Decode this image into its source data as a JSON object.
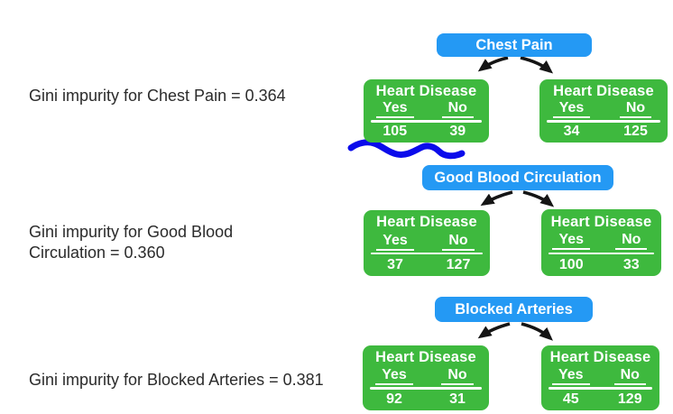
{
  "colors": {
    "node_blue": "#2499f4",
    "table_green": "#3eb93e",
    "annotation_blue": "#0b0beb",
    "arrow_black": "#151515",
    "text_dark": "#2b2b2b",
    "box_text": "#ffffff"
  },
  "sections": [
    {
      "name": "chest-pain",
      "gini_lines": [
        "Gini impurity for Chest Pain = 0.364"
      ],
      "node_label": "Chest Pain",
      "left": {
        "title": "Heart Disease",
        "col_yes": "Yes",
        "col_no": "No",
        "yes": "105",
        "no": "39"
      },
      "right": {
        "title": "Heart Disease",
        "col_yes": "Yes",
        "col_no": "No",
        "yes": "34",
        "no": "125"
      }
    },
    {
      "name": "good-blood-circulation",
      "gini_lines": [
        "Gini impurity for Good Blood",
        "Circulation = 0.360"
      ],
      "node_label": "Good Blood Circulation",
      "left": {
        "title": "Heart Disease",
        "col_yes": "Yes",
        "col_no": "No",
        "yes": "37",
        "no": "127"
      },
      "right": {
        "title": "Heart Disease",
        "col_yes": "Yes",
        "col_no": "No",
        "yes": "100",
        "no": "33"
      }
    },
    {
      "name": "blocked-arteries",
      "gini_lines": [
        "Gini impurity for Blocked Arteries = 0.381"
      ],
      "node_label": "Blocked Arteries",
      "left": {
        "title": "Heart Disease",
        "col_yes": "Yes",
        "col_no": "No",
        "yes": "92",
        "no": "31"
      },
      "right": {
        "title": "Heart Disease",
        "col_yes": "Yes",
        "col_no": "No",
        "yes": "45",
        "no": "129"
      }
    }
  ]
}
